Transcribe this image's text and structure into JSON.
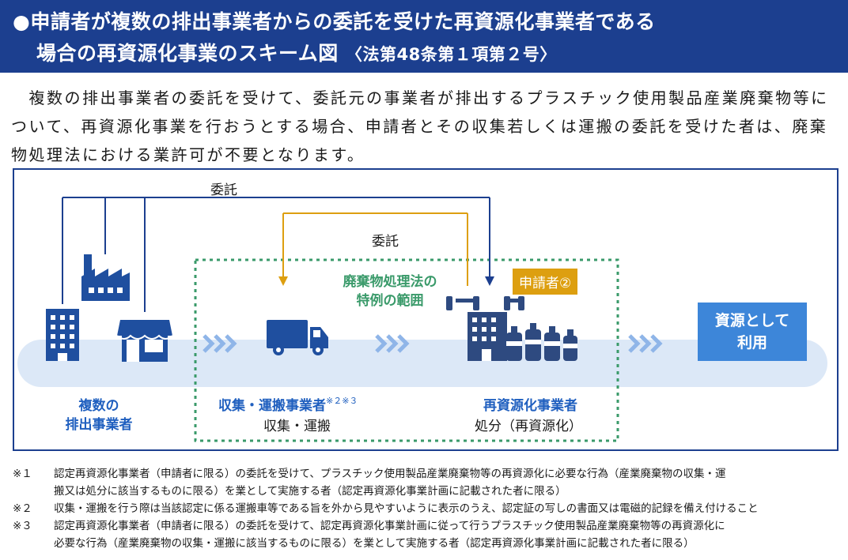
{
  "header": {
    "title_line1": "●申請者が複数の排出事業者からの委託を受けた再資源化事業者である",
    "title_line2": "場合の再資源化事業のスキーム図",
    "title_ref": "〈法第48条第１項第２号〉"
  },
  "intro": "　複数の排出事業者の委託を受けて、委託元の事業者が排出するプラスチック使用製品産業廃棄物等について、再資源化事業を行おうとする場合、申請者とその収集若しくは運搬の委託を受けた者は、廃棄物処理法における業許可が不要となります。",
  "diagram": {
    "consign_top": "委託",
    "consign_mid": "委託",
    "special_range_line1": "廃棄物処理法の",
    "special_range_line2": "特例の範囲",
    "applicant_tag": "申請者②",
    "emitters_line1": "複数の",
    "emitters_line2": "排出事業者",
    "collector_title": "収集・運搬事業者",
    "collector_sup": "※２※３",
    "collector_sub": "収集・運搬",
    "recycler_title": "再資源化事業者",
    "recycler_sub": "処分（再資源化）",
    "resource_line1": "資源として",
    "resource_line2": "利用",
    "colors": {
      "navy": "#1c3f8f",
      "blue": "#1f5fbf",
      "green": "#3a9a6a",
      "gold": "#dd9f10",
      "band": "#dce8f7",
      "arrow": "#8fb5e8",
      "icon": "#1f4f9f"
    },
    "icons": [
      "office-building-icon",
      "factory-icon",
      "store-icon",
      "truck-icon",
      "recycling-plant-icon",
      "bottles-icon"
    ]
  },
  "notes": [
    {
      "mark": "※１",
      "line1": "認定再資源化事業者（申請者に限る）の委託を受けて、プラスチック使用製品産業廃棄物等の再資源化に必要な行為（産業廃棄物の収集・運",
      "line2": "搬又は処分に該当するものに限る）を業として実施する者（認定再資源化事業計画に記載された者に限る）"
    },
    {
      "mark": "※２",
      "line1": "収集・運搬を行う際は当該認定に係る運搬車等である旨を外から見やすいように表示のうえ、認定証の写しの書面又は電磁的記録を備え付けること",
      "line2": ""
    },
    {
      "mark": "※３",
      "line1": "認定再資源化事業者（申請者に限る）の委託を受けて、認定再資源化事業計画に従って行うプラスチック使用製品産業廃棄物等の再資源化に",
      "line2": "必要な行為（産業廃棄物の収集・運搬に該当するものに限る）を業として実施する者（認定再資源化事業計画に記載された者に限る）"
    }
  ]
}
